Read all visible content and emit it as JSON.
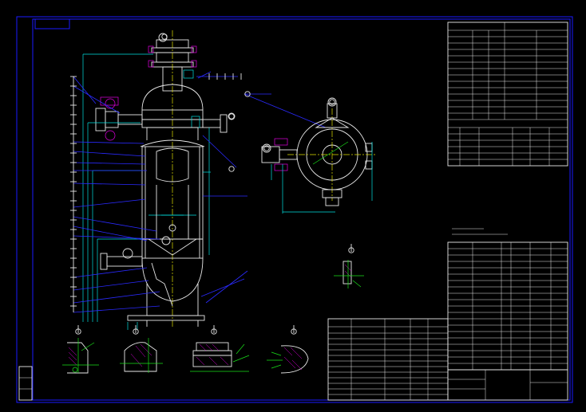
{
  "drawing": {
    "background": "#000000",
    "frame_color": "#1a1aff",
    "line_colors": {
      "outline": "#e8e8e8",
      "dimension": "#00e0e0",
      "center": "#e0e000",
      "leader": "#2a2aff",
      "detail": "#19e019",
      "hatch": "#e000e0"
    },
    "main_view": "vertical-reactor-section",
    "top_view": "nozzle-orientation-plan",
    "detail_views": 5,
    "tables": [
      "technical-characteristics-table",
      "nozzle-table",
      "parts-list",
      "title-block"
    ]
  }
}
